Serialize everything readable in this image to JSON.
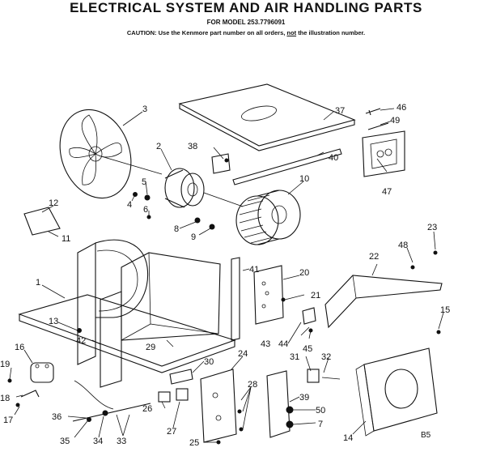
{
  "header": {
    "title": "ELECTRICAL SYSTEM AND AIR HANDLING PARTS",
    "model": "FOR MODEL 253.7796091",
    "caution_prefix": "CAUTION: Use the Kenmore part number on all orders,",
    "caution_not": "not",
    "caution_suffix": "the illustration number."
  },
  "page_code": "B5",
  "callouts": [
    {
      "label": "1"
    },
    {
      "label": "2"
    },
    {
      "label": "3"
    },
    {
      "label": "4"
    },
    {
      "label": "5"
    },
    {
      "label": "6"
    },
    {
      "label": "7"
    },
    {
      "label": "8"
    },
    {
      "label": "9"
    },
    {
      "label": "10"
    },
    {
      "label": "11"
    },
    {
      "label": "12"
    },
    {
      "label": "13"
    },
    {
      "label": "14"
    },
    {
      "label": "15"
    },
    {
      "label": "16"
    },
    {
      "label": "17"
    },
    {
      "label": "18"
    },
    {
      "label": "19"
    },
    {
      "label": "20"
    },
    {
      "label": "21"
    },
    {
      "label": "22"
    },
    {
      "label": "23"
    },
    {
      "label": "24"
    },
    {
      "label": "25"
    },
    {
      "label": "26"
    },
    {
      "label": "27"
    },
    {
      "label": "28"
    },
    {
      "label": "29"
    },
    {
      "label": "30"
    },
    {
      "label": "31"
    },
    {
      "label": "32"
    },
    {
      "label": "33"
    },
    {
      "label": "34"
    },
    {
      "label": "35"
    },
    {
      "label": "36"
    },
    {
      "label": "37"
    },
    {
      "label": "38"
    },
    {
      "label": "39"
    },
    {
      "label": "40"
    },
    {
      "label": "41"
    },
    {
      "label": "42"
    },
    {
      "label": "43"
    },
    {
      "label": "44"
    },
    {
      "label": "45"
    },
    {
      "label": "46"
    },
    {
      "label": "47"
    },
    {
      "label": "48"
    },
    {
      "label": "49"
    },
    {
      "label": "50"
    }
  ]
}
